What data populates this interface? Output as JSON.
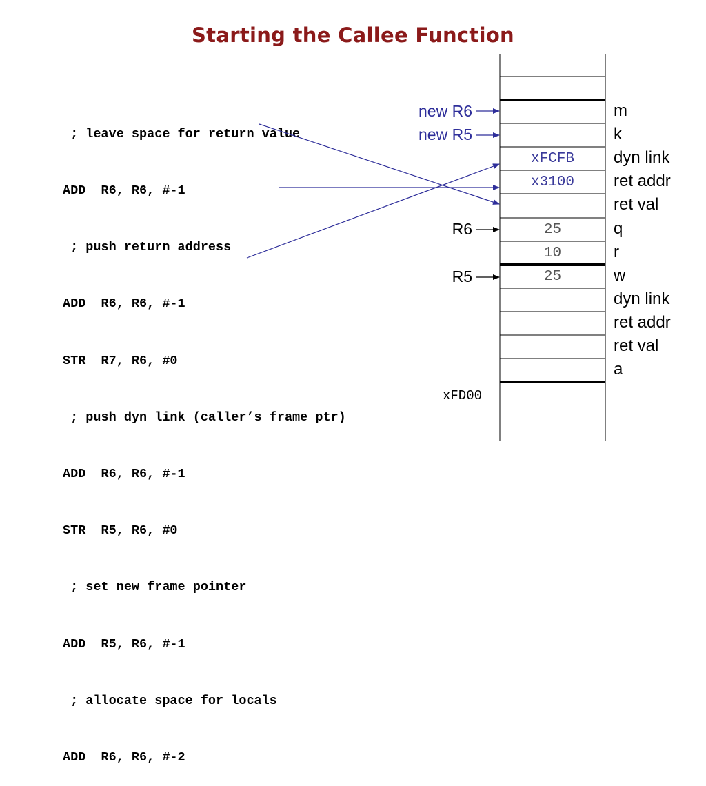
{
  "title": "Starting the Callee Function",
  "code_lines": [
    " ; leave space for return value",
    "ADD  R6, R6, #-1",
    " ; push return address",
    "ADD  R6, R6, #-1",
    "STR  R7, R6, #0",
    " ; push dyn link (caller’s frame ptr)",
    "ADD  R6, R6, #-1",
    "STR  R5, R6, #0",
    " ; set new frame pointer",
    "ADD  R5, R6, #-1",
    " ; allocate space for locals",
    "ADD  R6, R6, #-2"
  ],
  "stack": {
    "cells": [
      "",
      "",
      "",
      "",
      "xFCFB",
      "x3100",
      "",
      "25",
      "10",
      "25",
      "",
      "",
      "",
      ""
    ],
    "labels": [
      "",
      "",
      "m",
      "k",
      "dyn link",
      "ret addr",
      "ret val",
      "q",
      "r",
      "w",
      "dyn link",
      "ret addr",
      "ret val",
      "a"
    ],
    "base_address": "xFD00"
  },
  "pointers": {
    "new_r6": "new R6",
    "new_r5": "new R5",
    "r6": "R6",
    "r5": "R5"
  },
  "colors": {
    "title": "#8b1a1a",
    "arrow": "#2e2e9a",
    "stack_line": "#000000"
  }
}
